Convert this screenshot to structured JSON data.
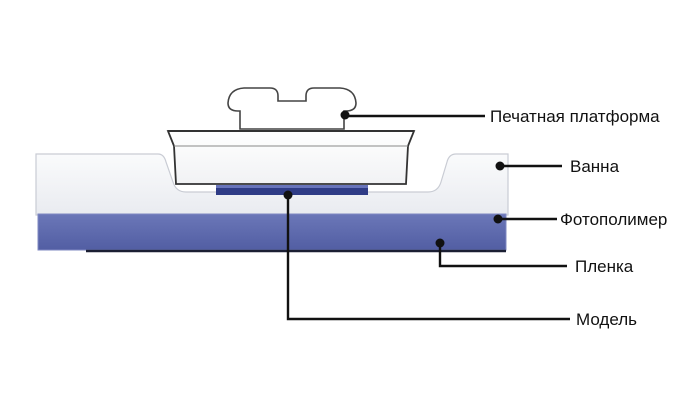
{
  "labels": {
    "platform": "Печатная платформа",
    "tank": "Ванна",
    "resin": "Фотополимер",
    "film": "Пленка",
    "model": "Модель"
  },
  "colors": {
    "line": "#111111",
    "resin": "#5b68ae",
    "model": "#2f3c86",
    "tank_fill": "#f3f4f7",
    "tank_stroke": "#c9ccd4",
    "platform_stroke": "#444444"
  }
}
